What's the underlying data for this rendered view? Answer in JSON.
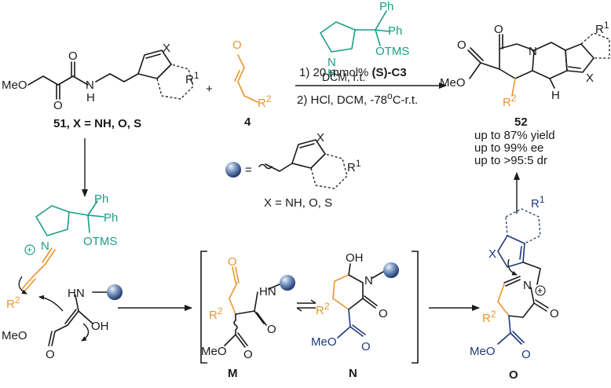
{
  "labels": {
    "reagent_label": "(S)-C3",
    "condition_1_prefix": "1) 20 mmol% ",
    "condition_1b": "DCM, r.t.",
    "condition_2": "2) HCl, DCM, -78",
    "condition_2_sup": "o",
    "condition_2_end": "C-r.t.",
    "compound_51": "51, X = NH, O, S",
    "compound_4": "4",
    "compound_52": "52",
    "yield": "up to 87% yield",
    "ee": "up to 99% ee",
    "dr": "up to >95:5 dr",
    "sphere_def": "=",
    "sphere_x": "X = NH, O, S",
    "int_M": "M",
    "int_N": "N",
    "int_O": "O",
    "plus": "+"
  },
  "atoms": {
    "MeO": "MeO",
    "O": "O",
    "N": "N",
    "H": "H",
    "X": "X",
    "R": "R",
    "one": "1",
    "two": "2",
    "Ph": "Ph",
    "OTMS": "OTMS",
    "HN": "HN",
    "OH": "OH",
    "N_amine": "N",
    "H_amine": "H",
    "plus_charge": "+"
  },
  "colors": {
    "black": "#1a1a1a",
    "orange": "#e8962f",
    "green": "#1a9e84",
    "navy": "#1f3a7a",
    "sphere": "#3c5a92"
  }
}
